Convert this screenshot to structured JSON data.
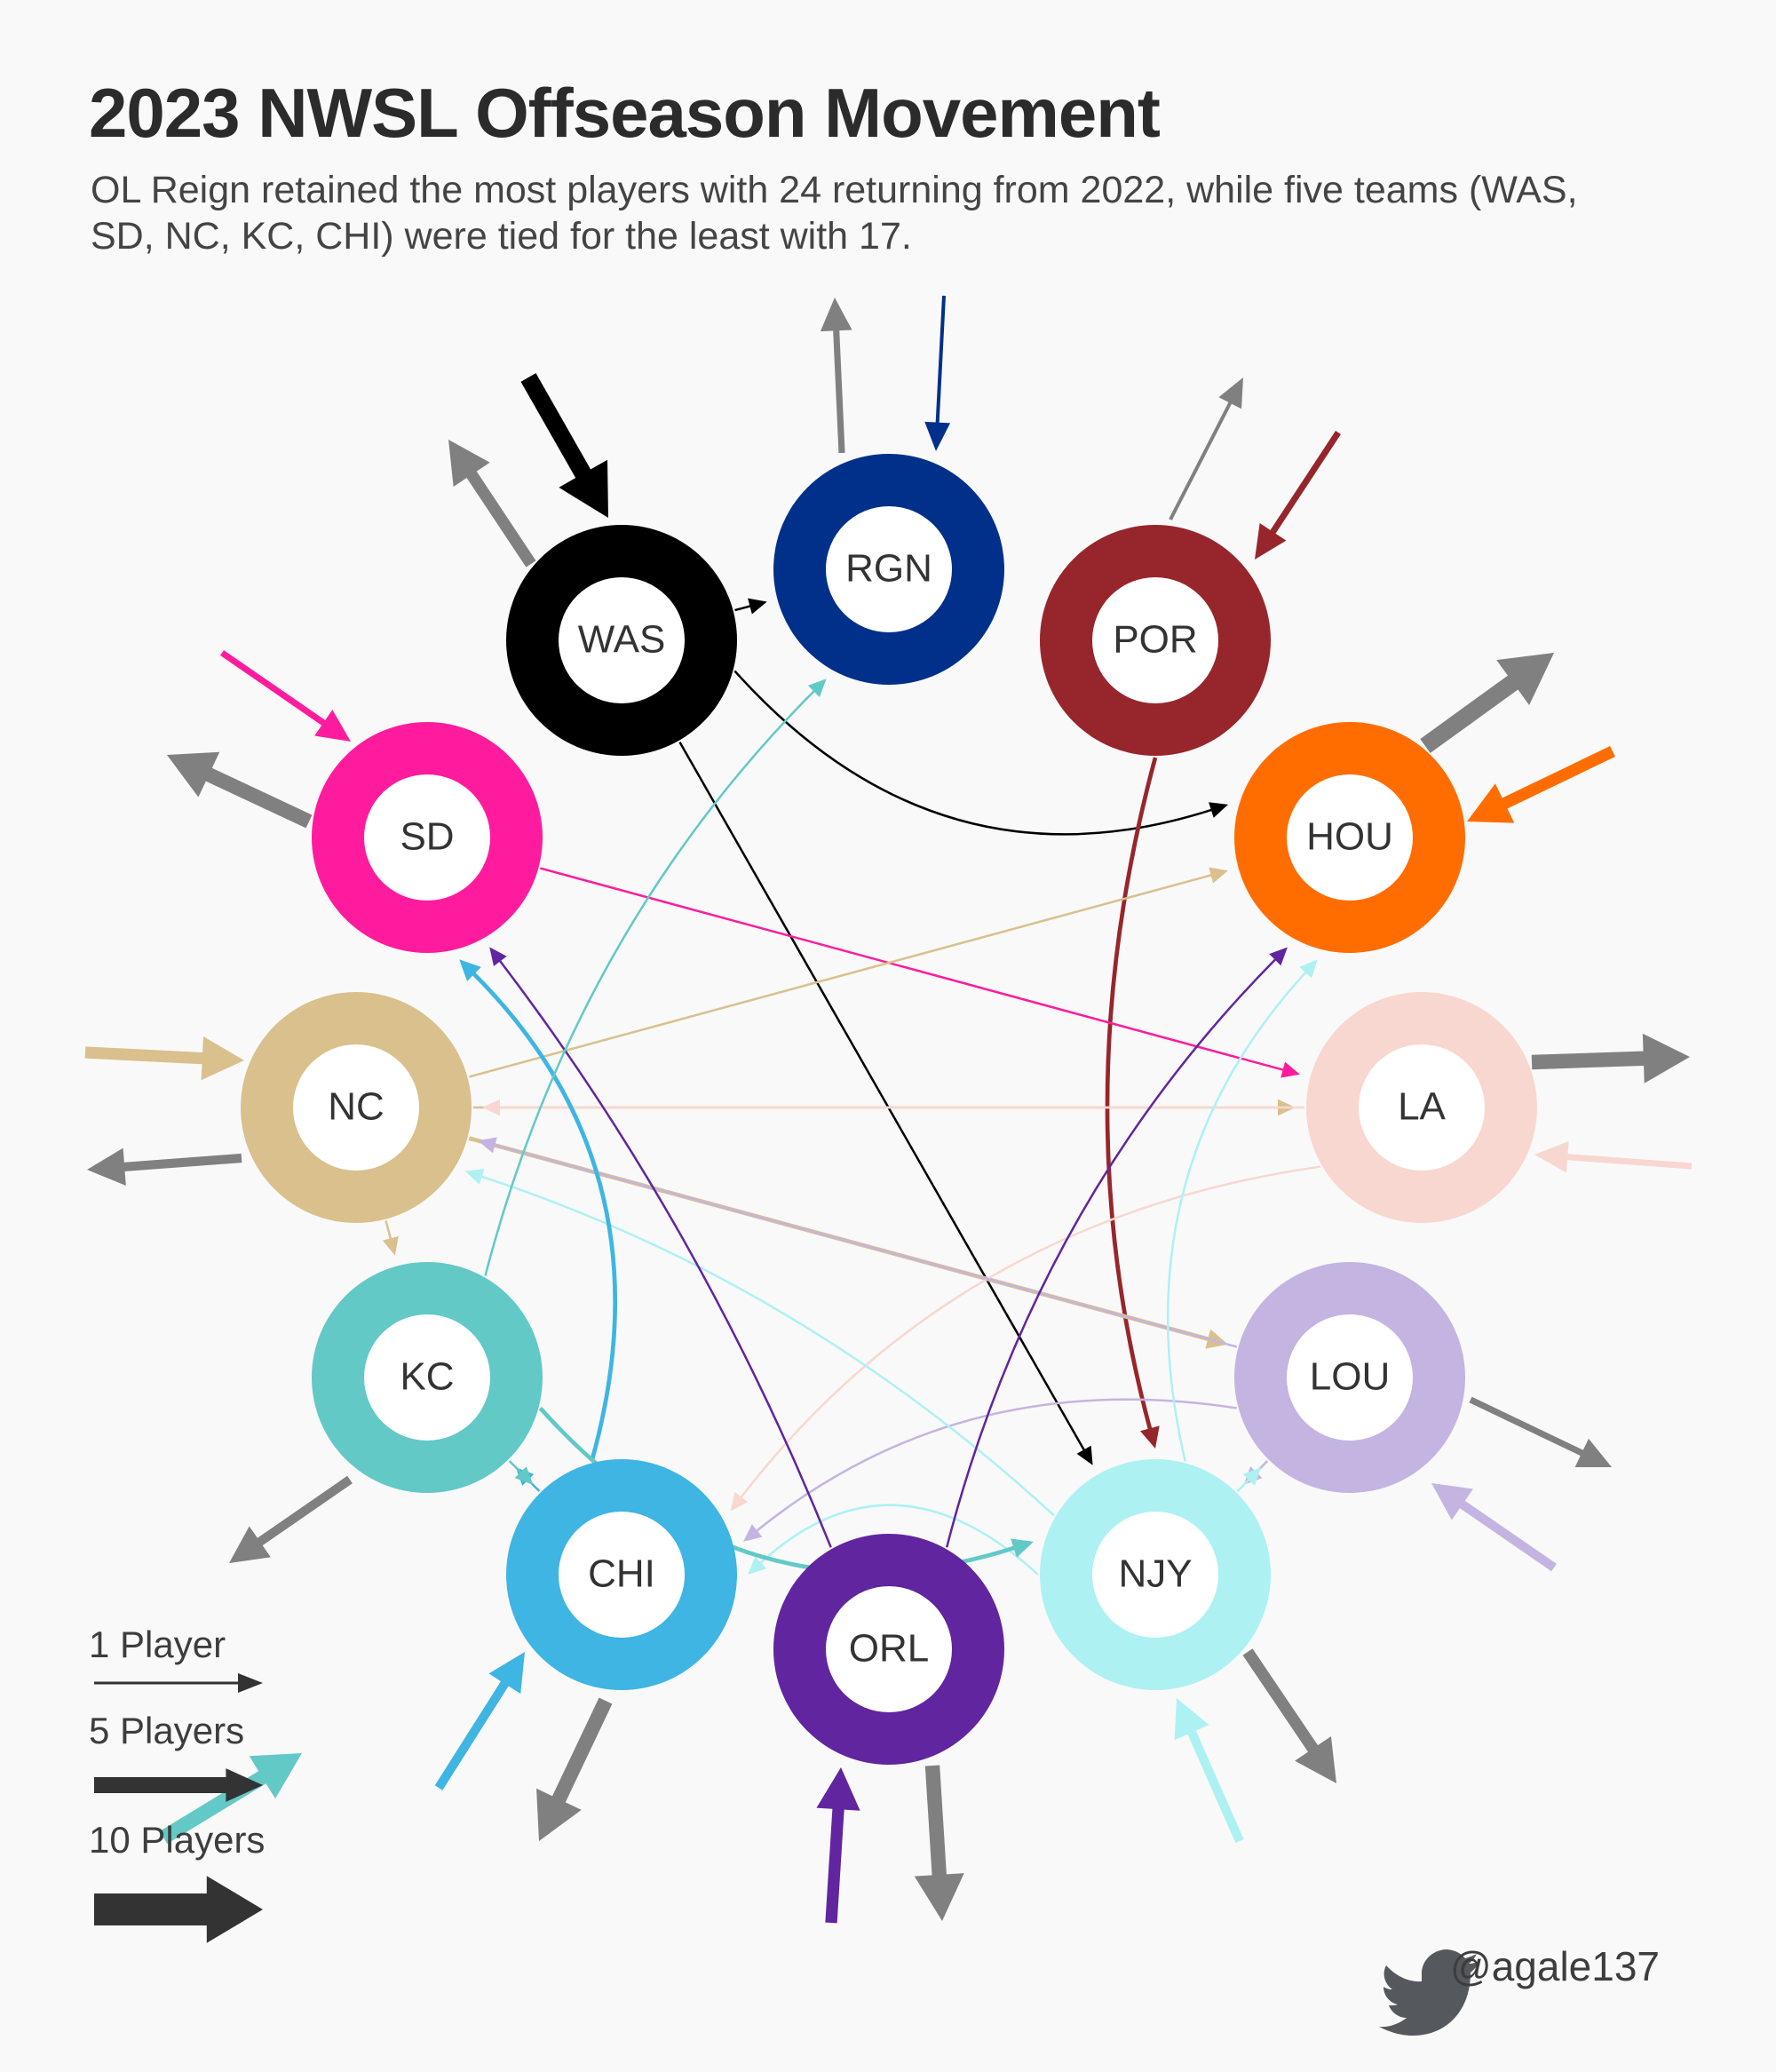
{
  "title": "2023 NWSL Offseason Movement",
  "subtitle": "OL Reign retained the most players with 24 returning from 2022, while five teams (WAS, SD, NC, KC, CHI) were tied for the least with 17.",
  "credit": "@agale137",
  "icon_names": {
    "credit": "twitter-bird-icon"
  },
  "legend": [
    {
      "label": "1 Player",
      "players": 1
    },
    {
      "label": "5 Players",
      "players": 5
    },
    {
      "label": "10 Players",
      "players": 10
    }
  ],
  "colors": {
    "departures": "#808080",
    "legend": "#333333",
    "background": "#f9f9f9"
  },
  "teams": [
    {
      "code": "WAS",
      "color": "#000000"
    },
    {
      "code": "RGN",
      "color": "#00308a"
    },
    {
      "code": "POR",
      "color": "#97262c"
    },
    {
      "code": "HOU",
      "color": "#ff6d00"
    },
    {
      "code": "LA",
      "color": "#f8d7d0"
    },
    {
      "code": "LOU",
      "color": "#c4b4e1"
    },
    {
      "code": "NJY",
      "color": "#adf1f3"
    },
    {
      "code": "ORL",
      "color": "#60259f"
    },
    {
      "code": "CHI",
      "color": "#3eb5e3"
    },
    {
      "code": "KC",
      "color": "#62c9c6"
    },
    {
      "code": "NC",
      "color": "#d9c08d"
    },
    {
      "code": "SD",
      "color": "#ff1b9d"
    }
  ],
  "transfers": [
    {
      "from": "WAS",
      "to": "RGN",
      "players": 1
    },
    {
      "from": "WAS",
      "to": "HOU",
      "players": 1
    },
    {
      "from": "WAS",
      "to": "NJY",
      "players": 1
    },
    {
      "from": "POR",
      "to": "NJY",
      "players": 2
    },
    {
      "from": "SD",
      "to": "LA",
      "players": 1
    },
    {
      "from": "NC",
      "to": "HOU",
      "players": 1
    },
    {
      "from": "NC",
      "to": "LA",
      "players": 1
    },
    {
      "from": "NC",
      "to": "LOU",
      "players": 2
    },
    {
      "from": "NC",
      "to": "KC",
      "players": 1
    },
    {
      "from": "LA",
      "to": "NC",
      "players": 1
    },
    {
      "from": "LA",
      "to": "CHI",
      "players": 1
    },
    {
      "from": "LOU",
      "to": "NC",
      "players": 1
    },
    {
      "from": "LOU",
      "to": "CHI",
      "players": 1
    },
    {
      "from": "LOU",
      "to": "NJY",
      "players": 1
    },
    {
      "from": "NJY",
      "to": "NC",
      "players": 1
    },
    {
      "from": "NJY",
      "to": "HOU",
      "players": 1
    },
    {
      "from": "NJY",
      "to": "LOU",
      "players": 1
    },
    {
      "from": "NJY",
      "to": "CHI",
      "players": 1
    },
    {
      "from": "ORL",
      "to": "SD",
      "players": 1
    },
    {
      "from": "ORL",
      "to": "HOU",
      "players": 1
    },
    {
      "from": "CHI",
      "to": "SD",
      "players": 2
    },
    {
      "from": "CHI",
      "to": "KC",
      "players": 1
    },
    {
      "from": "KC",
      "to": "RGN",
      "players": 1
    },
    {
      "from": "KC",
      "to": "NJY",
      "players": 2
    },
    {
      "from": "KC",
      "to": "CHI",
      "players": 1
    }
  ],
  "external": [
    {
      "team": "WAS",
      "direction": "in",
      "players": 6
    },
    {
      "team": "WAS",
      "direction": "out",
      "players": 4
    },
    {
      "team": "RGN",
      "direction": "in",
      "players": 1
    },
    {
      "team": "RGN",
      "direction": "out",
      "players": 2
    },
    {
      "team": "POR",
      "direction": "in",
      "players": 2
    },
    {
      "team": "POR",
      "direction": "out",
      "players": 1
    },
    {
      "team": "HOU",
      "direction": "in",
      "players": 4
    },
    {
      "team": "HOU",
      "direction": "out",
      "players": 6
    },
    {
      "team": "LA",
      "direction": "in",
      "players": 2
    },
    {
      "team": "LA",
      "direction": "out",
      "players": 5
    },
    {
      "team": "LOU",
      "direction": "in",
      "players": 3
    },
    {
      "team": "LOU",
      "direction": "out",
      "players": 2
    },
    {
      "team": "NJY",
      "direction": "in",
      "players": 3
    },
    {
      "team": "NJY",
      "direction": "out",
      "players": 4
    },
    {
      "team": "ORL",
      "direction": "in",
      "players": 4
    },
    {
      "team": "ORL",
      "direction": "out",
      "players": 5
    },
    {
      "team": "CHI",
      "direction": "in",
      "players": 3
    },
    {
      "team": "CHI",
      "direction": "out",
      "players": 5
    },
    {
      "team": "KC",
      "direction": "in",
      "players": 5
    },
    {
      "team": "KC",
      "direction": "out",
      "players": 3
    },
    {
      "team": "NC",
      "direction": "in",
      "players": 4
    },
    {
      "team": "NC",
      "direction": "out",
      "players": 3
    },
    {
      "team": "SD",
      "direction": "in",
      "players": 2
    },
    {
      "team": "SD",
      "direction": "out",
      "players": 5
    }
  ]
}
